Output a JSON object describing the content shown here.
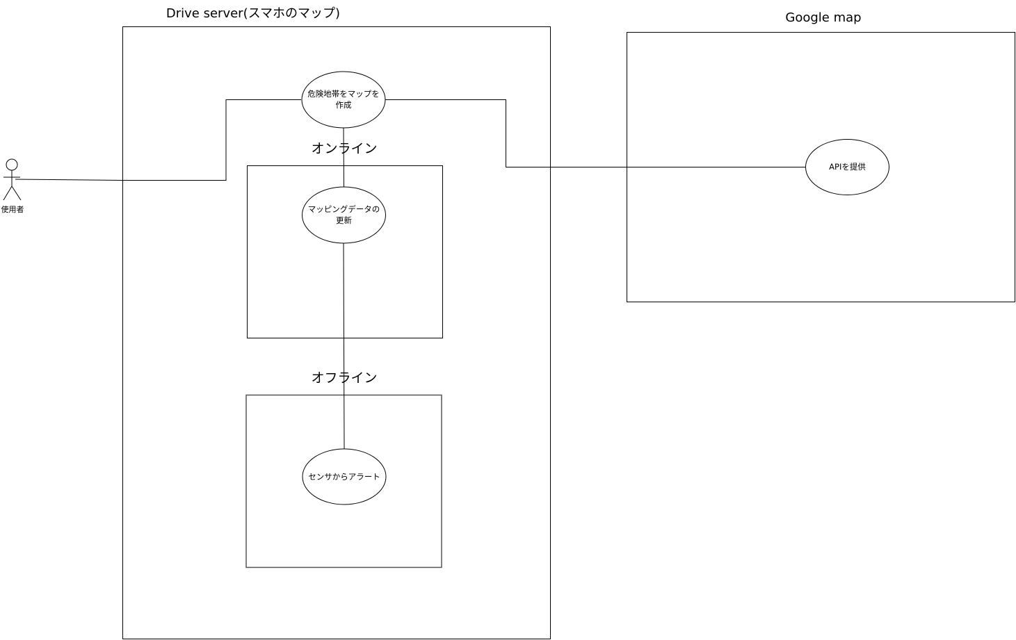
{
  "boundaries": {
    "drive_server": {
      "title": "Drive server(スマホのマップ)"
    },
    "google_map": {
      "title": "Google map"
    },
    "online": {
      "title": "オンライン"
    },
    "offline": {
      "title": "オフライン"
    }
  },
  "actor": {
    "label": "使用者"
  },
  "use_cases": {
    "create_hazard_map": {
      "line1": "危険地帯をマップを",
      "line2": "作成"
    },
    "update_mapping": {
      "line1": "マッピングデータの",
      "line2": "更新"
    },
    "sensor_alert": {
      "label": "センサからアラート"
    },
    "provide_api": {
      "label": "APIを提供"
    }
  }
}
